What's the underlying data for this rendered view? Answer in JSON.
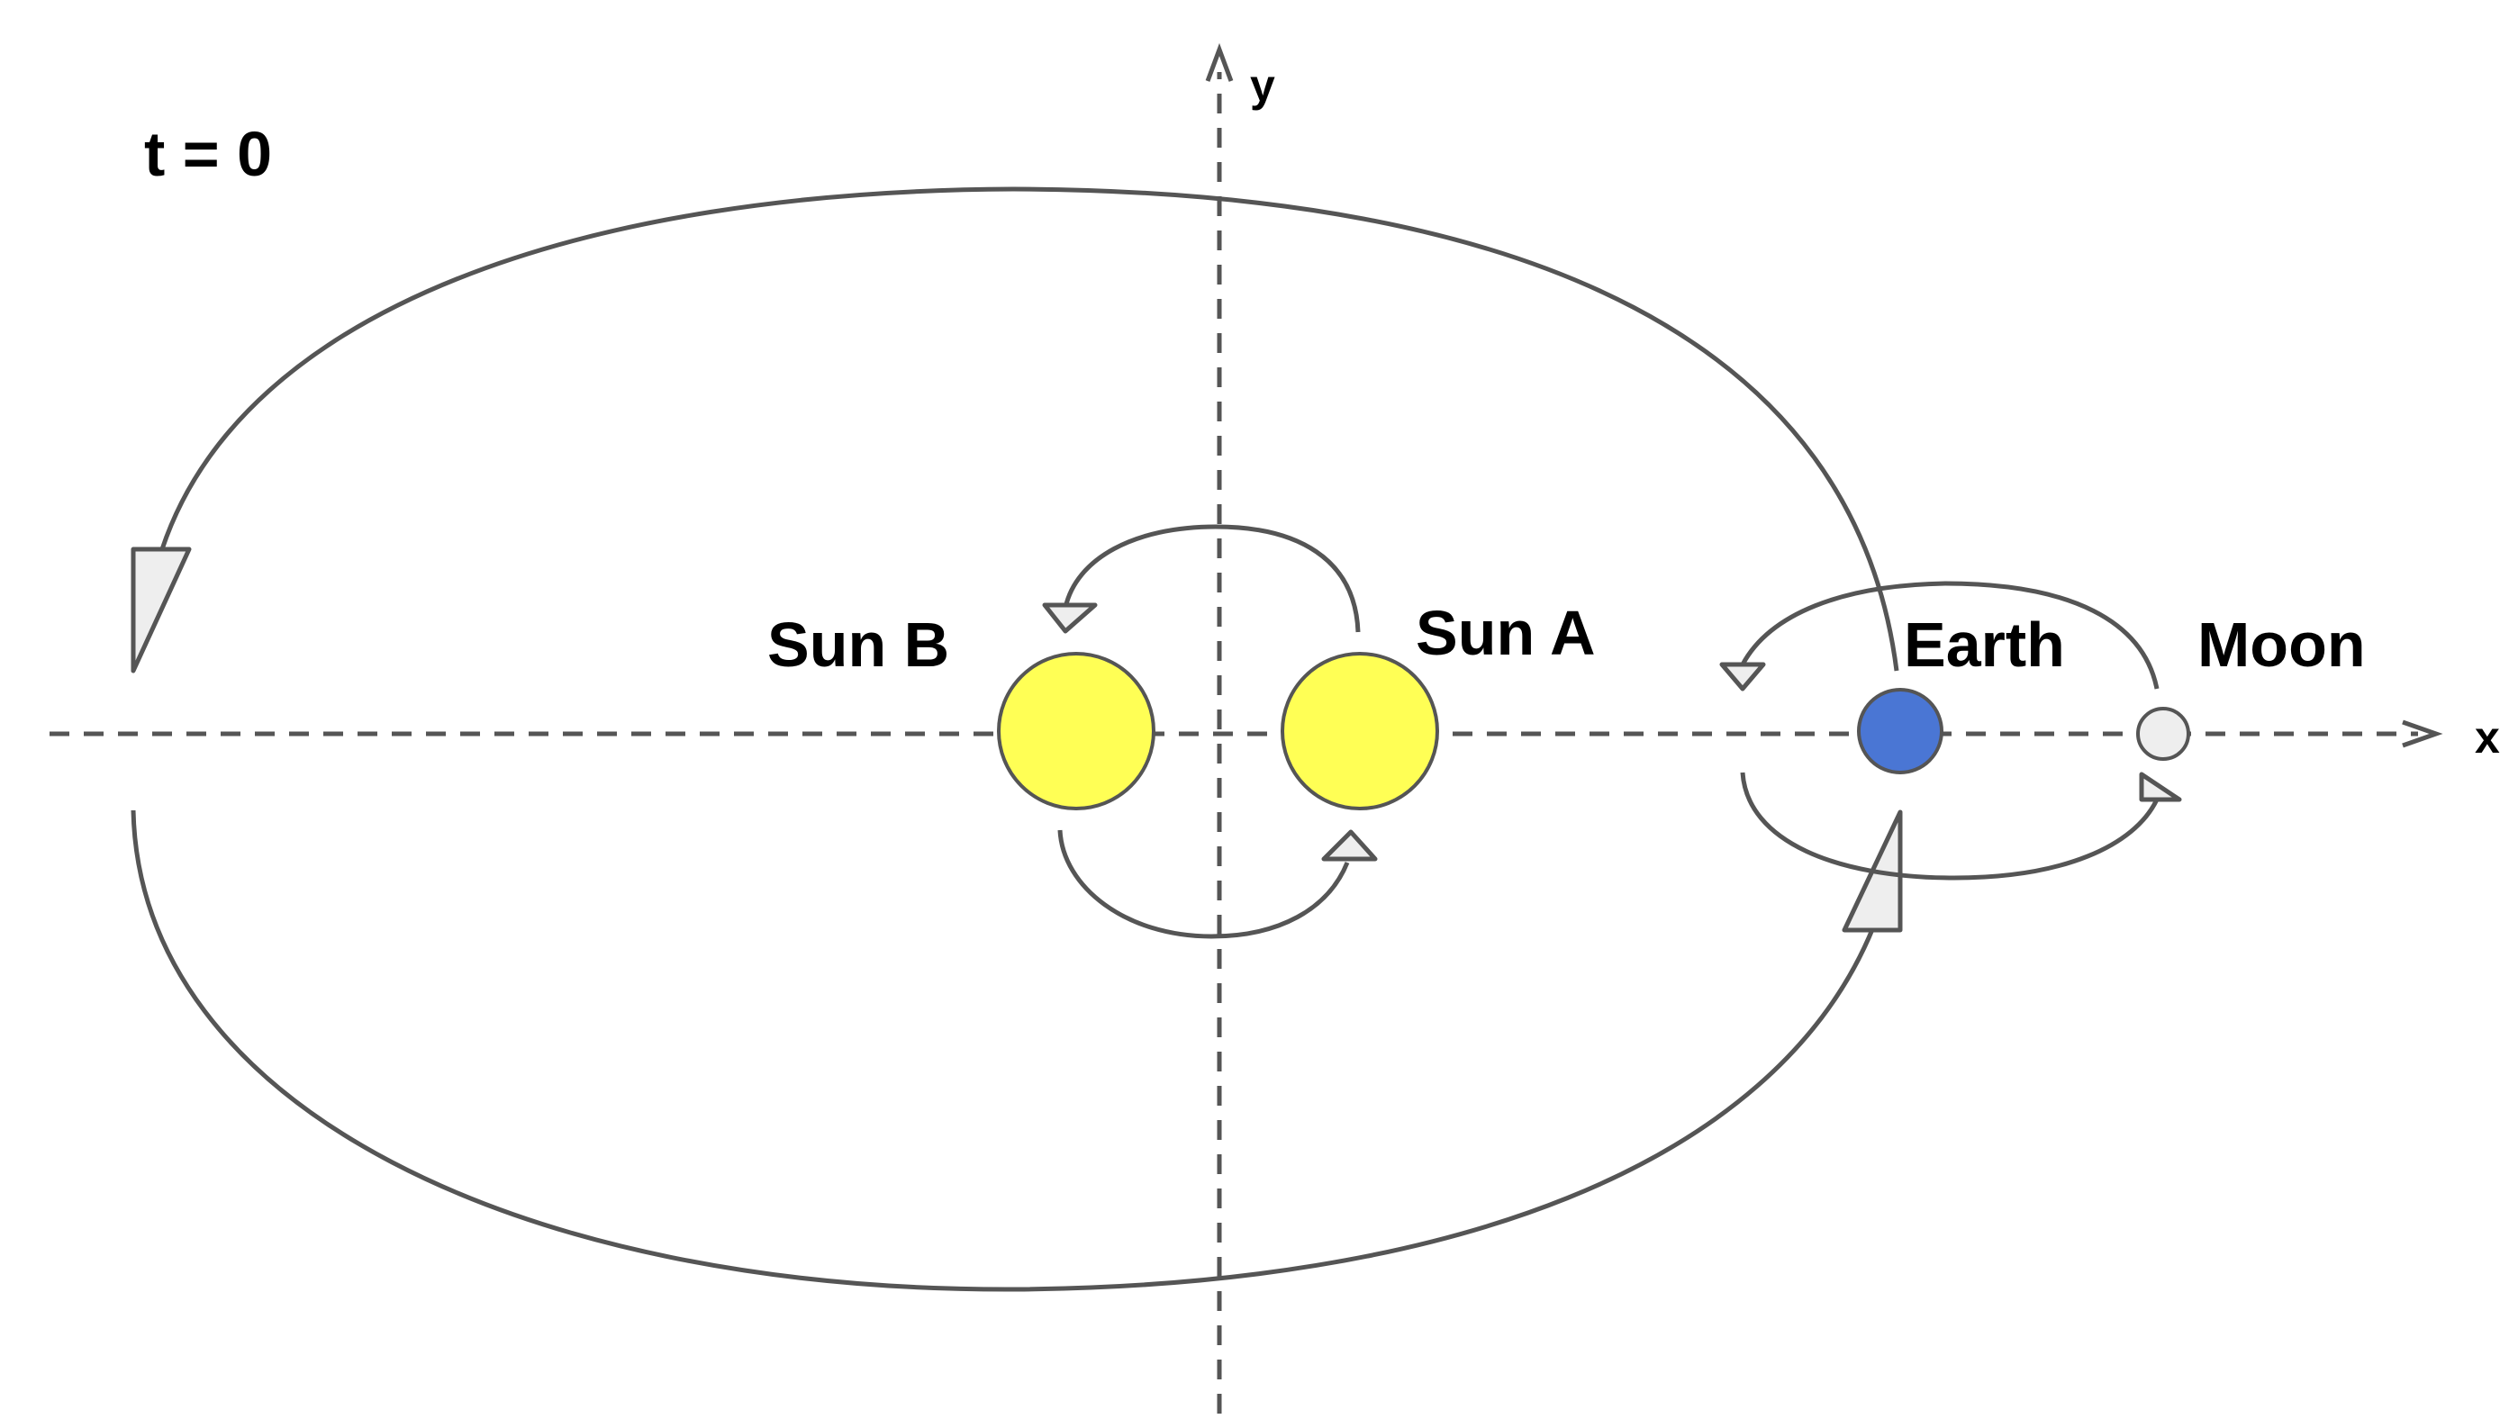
{
  "time_label": "t = 0",
  "axes": {
    "x_label": "x",
    "y_label": "y"
  },
  "bodies": {
    "sun_b": {
      "label": "Sun B",
      "color": "#ffff55"
    },
    "sun_a": {
      "label": "Sun A",
      "color": "#ffff55"
    },
    "earth": {
      "label": "Earth",
      "color": "#4a76d4"
    },
    "moon": {
      "label": "Moon",
      "color": "#eeeeee"
    }
  },
  "colors": {
    "line": "#555555",
    "arrowhead_fill": "#eeeeee"
  }
}
